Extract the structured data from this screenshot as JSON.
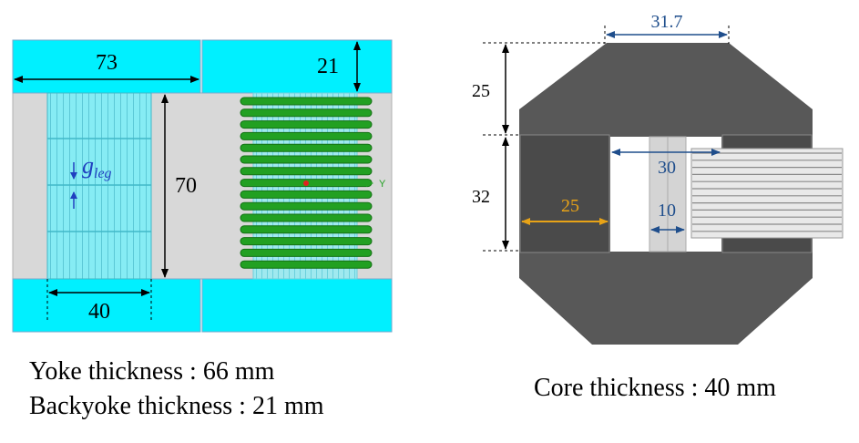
{
  "left_view": {
    "dim_yoke_width": "73",
    "dim_backyoke_height": "21",
    "dim_leg_height": "70",
    "dim_leg_width": "40",
    "gap_label": "g",
    "gap_subscript": "leg",
    "axis_label": "Y"
  },
  "right_view": {
    "dim_top_width": "31.7",
    "dim_top_height": "25",
    "dim_window_height": "32",
    "dim_leg_width": "25",
    "dim_window_width": "30",
    "dim_inner_width": "10"
  },
  "captions": {
    "yoke": "Yoke thickness : 66 mm",
    "backyoke": "Backyoke thickness : 21 mm",
    "core": "Core thickness : 40 mm"
  },
  "colors": {
    "yoke": "#00f0ff",
    "frame": "#d8d8d8",
    "leg": "#7fe8f2",
    "coil": "#22a022",
    "core": "#585858",
    "dim_blue": "#1f4e8c",
    "dim_orange": "#e8a317",
    "gap_text": "#2040c0"
  }
}
